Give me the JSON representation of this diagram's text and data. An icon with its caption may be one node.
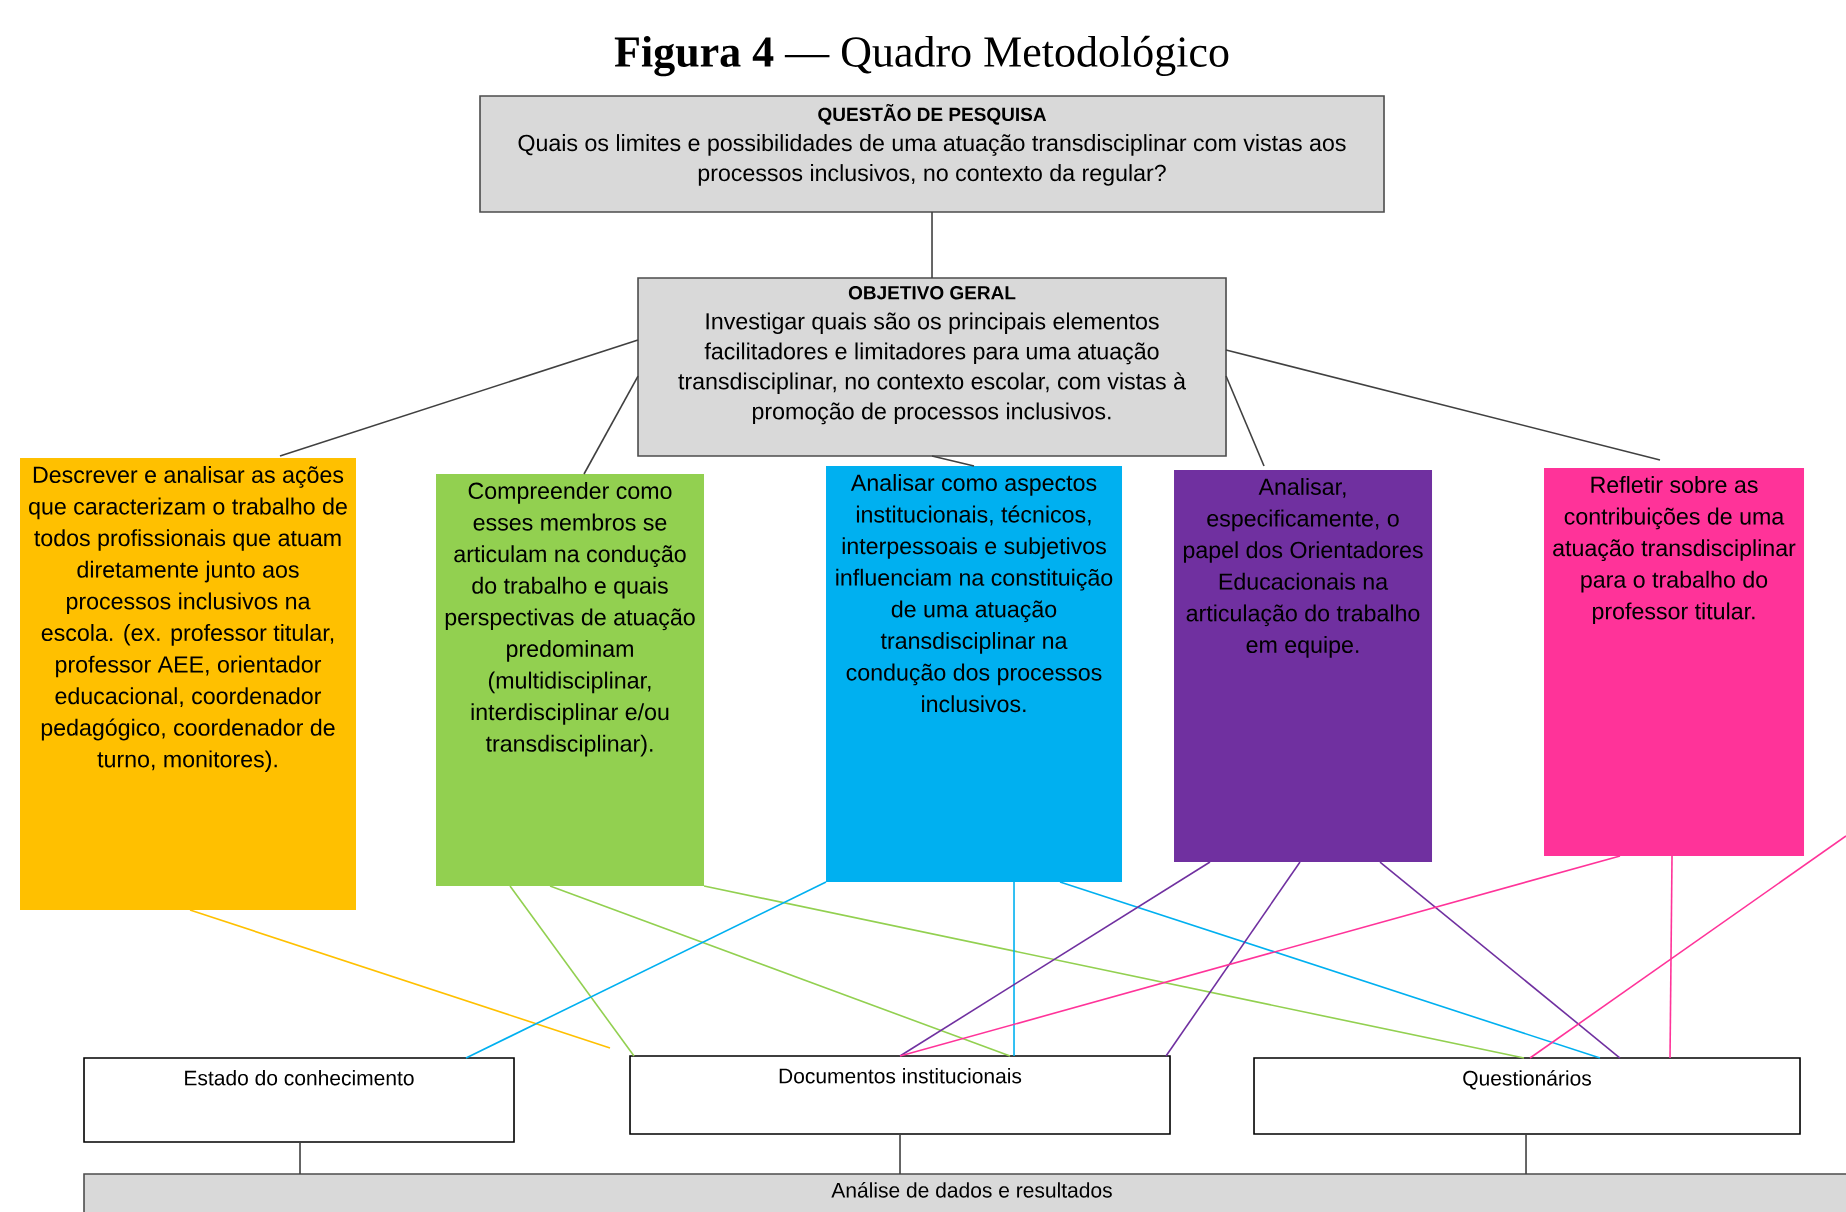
{
  "diagram": {
    "title": "**Figura 4** — Quadro Metodológico",
    "nodes": [
      {
        "text": [
          "QUESTÃO DE PESQUISA",
          "Quais os limites e possibilidades de uma atuação transdisciplinar com vistas aos processos inclusivos, no contexto da regular?"
        ]
      },
      {
        "text": [
          "OBJETIVO GERAL",
          "Investigar quais são os principais elementos facilitadores e limitadores para uma atuação transdisciplinar, no contexto escolar, com vistas à promoção de processos inclusivos."
        ]
      },
      {
        "text": [
          "Descrever e analisar as ações que caracterizam o trabalho de todos profissionais que atuam diretamente junto aos processos inclusivos na escola. (ex. professor titular, professor AEE, orientador educacional, coordenador pedagógico, coordenador de turno, monitores)."
        ]
      },
      {
        "text": [
          "Compreender como esses membros se articulam na condução do trabalho e quais perspectivas de atuação predominam (multidisciplinar, interdisciplinar e/ou transdisciplinar)."
        ]
      },
      {
        "text": [
          "Analisar como aspectos institucionais, técnicos, interpessoais e subjetivos influenciam na constituição de uma atuação transdisciplinar na condução dos processos inclusivos."
        ]
      },
      {
        "text": [
          "Analisar, especificamente, o papel dos Orientadores Educacionais na articulação do trabalho em equipe."
        ]
      },
      {
        "text": [
          "Refletir sobre as contribuições de uma atuação transdisciplinar para o trabalho do professor titular."
        ]
      },
      {
        "text": [
          "Estado do conhecimento"
        ]
      },
      {
        "text": [
          "Documentos institucionais"
        ]
      },
      {
        "text": [
          "Questionários"
        ]
      },
      {
        "text": [
          "Análise de dados e resultados"
        ]
      }
    ],
    "edges": [
      {
        "from": 0,
        "to": 1,
        "arrow": "none"
      },
      {
        "from": 1,
        "to": 2,
        "arrow": "none"
      },
      {
        "from": 1,
        "to": 3,
        "arrow": "none"
      },
      {
        "from": 1,
        "to": 4,
        "arrow": "none"
      },
      {
        "from": 1,
        "to": 5,
        "arrow": "none"
      },
      {
        "from": 1,
        "to": 6,
        "arrow": "none"
      },
      {
        "from": 2,
        "to": 8,
        "arrow": "none",
        "color": "#ffc000"
      },
      {
        "from": 3,
        "to": 8,
        "arrow": "none",
        "color": "#92d050"
      },
      {
        "from": 3,
        "to": 8,
        "arrow": "none",
        "color": "#92d050"
      },
      {
        "from": 3,
        "to": 9,
        "arrow": "none",
        "color": "#92d050"
      },
      {
        "from": 4,
        "to": 7,
        "arrow": "none",
        "color": "#00b0f0"
      },
      {
        "from": 4,
        "to": 8,
        "arrow": "none",
        "color": "#00b0f0"
      },
      {
        "from": 4,
        "to": 9,
        "arrow": "none",
        "color": "#00b0f0"
      },
      {
        "from": 5,
        "to": 8,
        "arrow": "none",
        "color": "#7030a0"
      },
      {
        "from": 5,
        "to": 8,
        "arrow": "none",
        "color": "#7030a0"
      },
      {
        "from": 5,
        "to": 9,
        "arrow": "none",
        "color": "#7030a0"
      },
      {
        "from": 6,
        "to": 8,
        "arrow": "none",
        "color": "#ff3399"
      },
      {
        "from": 6,
        "to": 9,
        "arrow": "none",
        "color": "#ff3399"
      },
      {
        "from": null,
        "to": 9,
        "arrow": "none",
        "color": "#ff3399"
      },
      {
        "from": 7,
        "to": 10,
        "arrow": "none"
      },
      {
        "from": 8,
        "to": 10,
        "arrow": "none"
      },
      {
        "from": 9,
        "to": 10,
        "arrow": "none"
      }
    ]
  }
}
